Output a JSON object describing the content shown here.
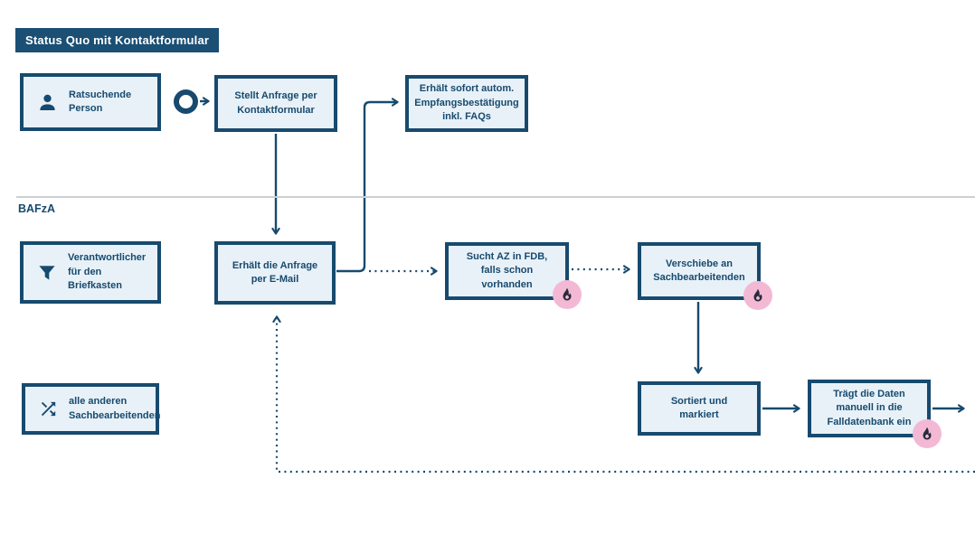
{
  "title_banner": "Status Quo mit Kontaktformular",
  "lanes": {
    "bafza_label": "BAFzA"
  },
  "nodes": {
    "ratsuchende": {
      "label": "Ratsuchende Person",
      "icon": "person-icon"
    },
    "stellt_anfrage": {
      "label": "Stellt Anfrage per Kontaktformular"
    },
    "empfangsbestaetigung": {
      "label": "Erhält sofort autom. Empfangsbestätigung inkl. FAQs"
    },
    "verantwortlicher": {
      "label": "Verantwortlicher für den Briefkasten",
      "icon": "filter-icon"
    },
    "erhaelt_anfrage": {
      "label": "Erhält die Anfrage per E-Mail"
    },
    "sucht_az": {
      "label": "Sucht AZ in FDB, falls schon vorhanden",
      "pain_point": "fire-icon"
    },
    "verschiebe": {
      "label": "Verschiebe an Sachbearbeitenden",
      "pain_point": "fire-icon"
    },
    "sortiert": {
      "label": "Sortiert und markiert"
    },
    "traegt_daten": {
      "label": "Trägt die Daten manuell in die Falldatenbank ein",
      "pain_point": "fire-icon"
    },
    "alle_anderen": {
      "label": "alle anderen Sachbearbeitenden",
      "icon": "shuffle-icon"
    }
  },
  "colors": {
    "navy": "#174a6e",
    "title_bg": "#1b4f74",
    "box_fill": "#e8f1f8",
    "badge_pink": "#f3b9d4",
    "flame_dark": "#272b3a",
    "divider_gray": "#cdd0d3"
  }
}
